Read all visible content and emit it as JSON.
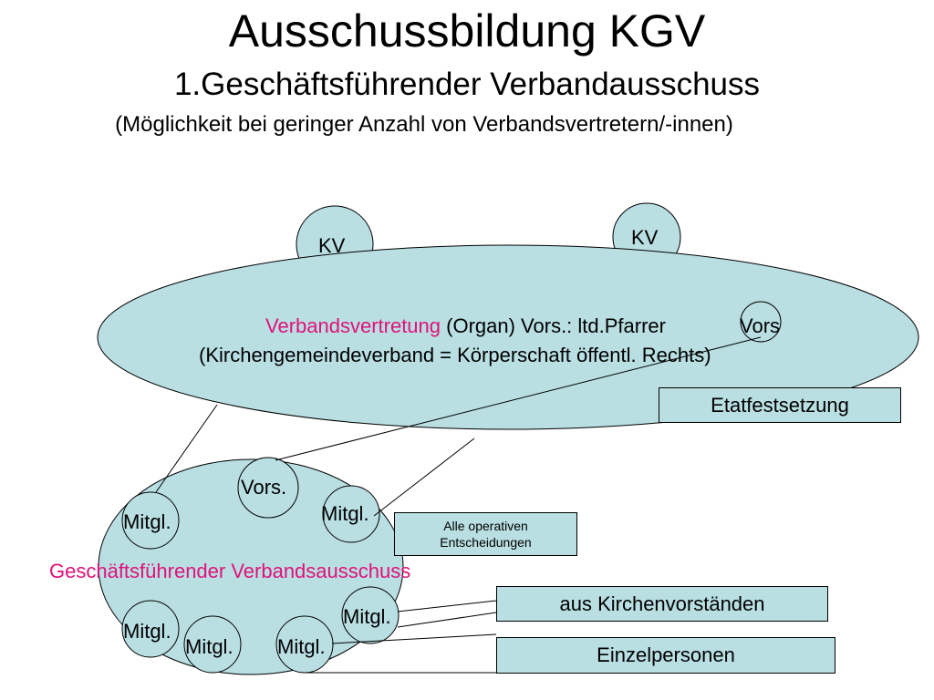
{
  "title": "Ausschussbildung KGV",
  "subtitle": "1.Geschäftsführender Verbandausschuss",
  "note": "(Möglichkeit bei geringer Anzahl von Verbandsvertretern/-innen)",
  "colors": {
    "fill": "#b9dfe3",
    "highlight": "#e0127a",
    "stroke": "#000000"
  },
  "kv_nodes": [
    "KV",
    "KV"
  ],
  "verbandsvertretung": {
    "name": "Verbandsvertretung",
    "line1_rest": " (Organ) Vors.: ltd.Pfarrer",
    "vors": "Vors",
    "line2": "(Kirchengemeindeverband = Körperschaft öffentl. Rechts)"
  },
  "boxes": {
    "etat": "Etatfestsetzung",
    "operative": "Alle operativen Entscheidungen",
    "kirchenvorstaende": "aus Kirchenvorständen",
    "einzelpersonen": "Einzelpersonen"
  },
  "ausschuss": {
    "name": "Geschäftsführender Verbandsausschuss",
    "vors": "Vors.",
    "mitglied": "Mitgl."
  }
}
